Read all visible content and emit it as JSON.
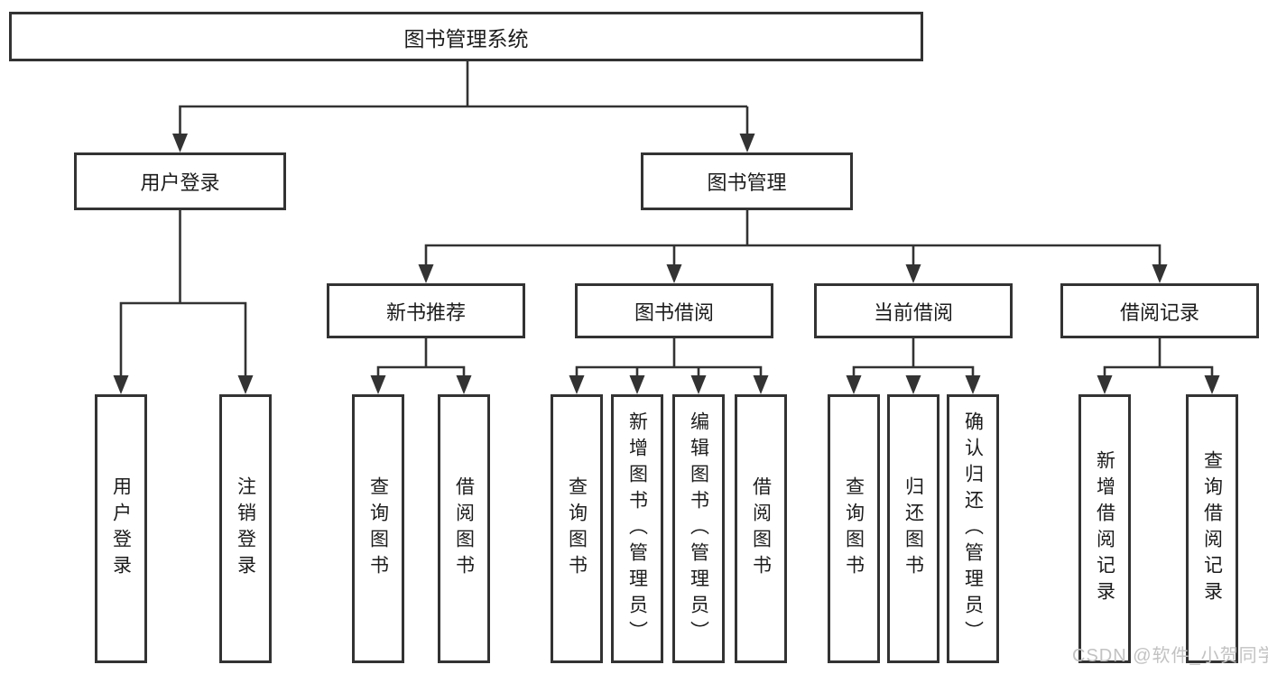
{
  "diagram": {
    "root": {
      "label": "图书管理系统"
    },
    "level2": [
      {
        "label": "用户登录"
      },
      {
        "label": "图书管理"
      }
    ],
    "level3": [
      {
        "label": "新书推荐"
      },
      {
        "label": "图书借阅"
      },
      {
        "label": "当前借阅"
      },
      {
        "label": "借阅记录"
      }
    ],
    "leaves": {
      "user_login": [
        "用户登录",
        "注销登录"
      ],
      "new_book": [
        "查询图书",
        "借阅图书"
      ],
      "book_borrow": [
        "查询图书",
        "新增图书（管理员）",
        "编辑图书（管理员）",
        "借阅图书"
      ],
      "current_borrow": [
        "查询图书",
        "归还图书",
        "确认归还（管理员）"
      ],
      "borrow_record": [
        "新增借阅记录",
        "查询借阅记录"
      ]
    }
  },
  "watermark": "CSDN @软件_小贺同学",
  "colors": {
    "line": "#333333",
    "box_border": "#333333",
    "text": "#1c1c1c",
    "watermark": "#c2c2c2",
    "background": "#ffffff"
  }
}
